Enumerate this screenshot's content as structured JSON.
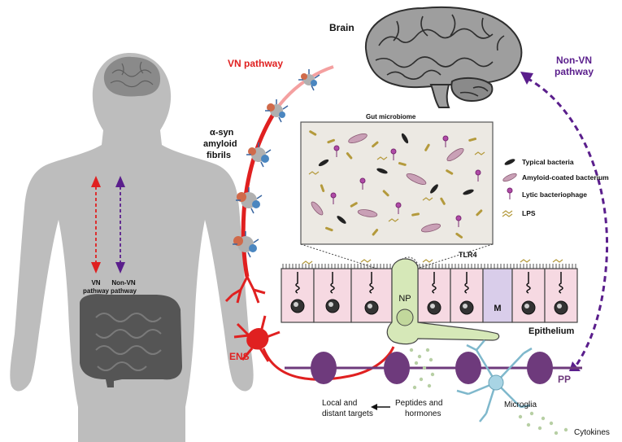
{
  "labels": {
    "brain": "Brain",
    "vn_pathway": "VN pathway",
    "non_vn_pathway_line1": "Non-VN",
    "non_vn_pathway_line2": "pathway",
    "asyn_line1": "α-syn",
    "asyn_line2": "amyloid",
    "asyn_line3": "fibrils",
    "gut_microbiome": "Gut microbiome",
    "ens": "ENS",
    "tlr4": "TLR4",
    "np": "NP",
    "m": "M",
    "epithelium": "Epithelium",
    "pp": "PP",
    "microglia": "Microglia",
    "cytokines": "Cytokines",
    "peptides_line1": "Peptides and",
    "peptides_line2": "hormones",
    "targets_line1": "Local and",
    "targets_line2": "distant targets",
    "body_vn_line1": "VN",
    "body_vn_line2": "pathway",
    "body_nonvn_line1": "Non-VN",
    "body_nonvn_line2": "pathway"
  },
  "legend": [
    {
      "label": "Typical bacteria",
      "icon": "rod-bacterium-icon"
    },
    {
      "label": "Amyloid-coated bacterium",
      "icon": "coated-bacterium-icon"
    },
    {
      "label": "Lytic bacteriophage",
      "icon": "bacteriophage-icon"
    },
    {
      "label": "LPS",
      "icon": "lps-icon"
    }
  ],
  "colors": {
    "vn_red": "#e02020",
    "non_vn_purple": "#5a1e8c",
    "body_gray": "#bdbdbd",
    "brain_gray": "#9e9e9e",
    "epithelium_pink": "#f6d9e2",
    "np_green": "#d6e8b8",
    "m_cell_lilac": "#d9cdea",
    "pp_purple": "#6e3a7c",
    "microglia_blue": "#a8d4e4",
    "microbiome_bg": "#ece9e3"
  }
}
